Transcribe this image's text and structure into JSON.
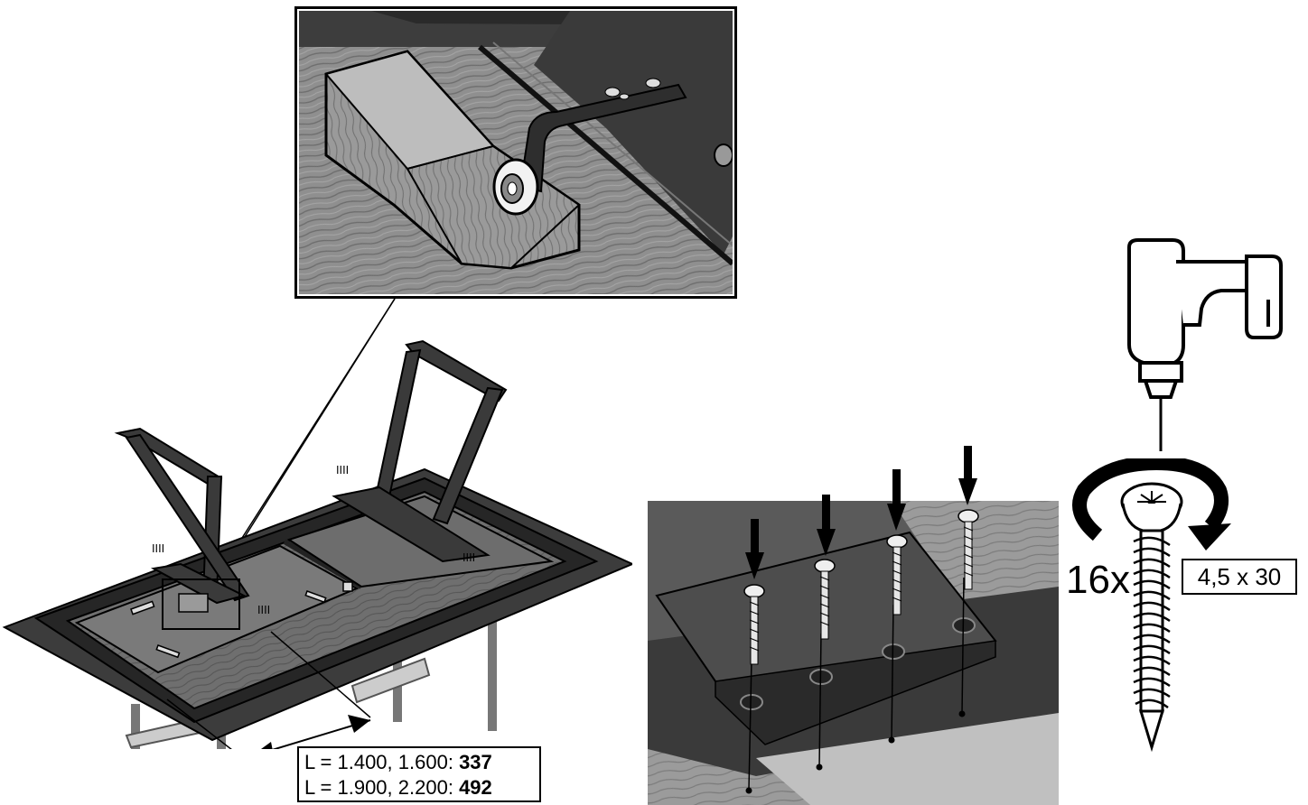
{
  "dimensions": {
    "row1_prefix": "L = 1.400, 1.600: ",
    "row1_value": "337",
    "row2_prefix": "L = 1.900, 2.200: ",
    "row2_value": "492"
  },
  "screw": {
    "quantity": "16x",
    "size": "4,5 x 30"
  },
  "icons": {
    "tool": "cordless-drill-icon",
    "rotation": "clockwise-rotation-icon",
    "fastener": "screw-icon"
  },
  "colors": {
    "ink": "#000000",
    "panel_dark": "#4a4a4a",
    "wood": "#8a8a8a"
  }
}
